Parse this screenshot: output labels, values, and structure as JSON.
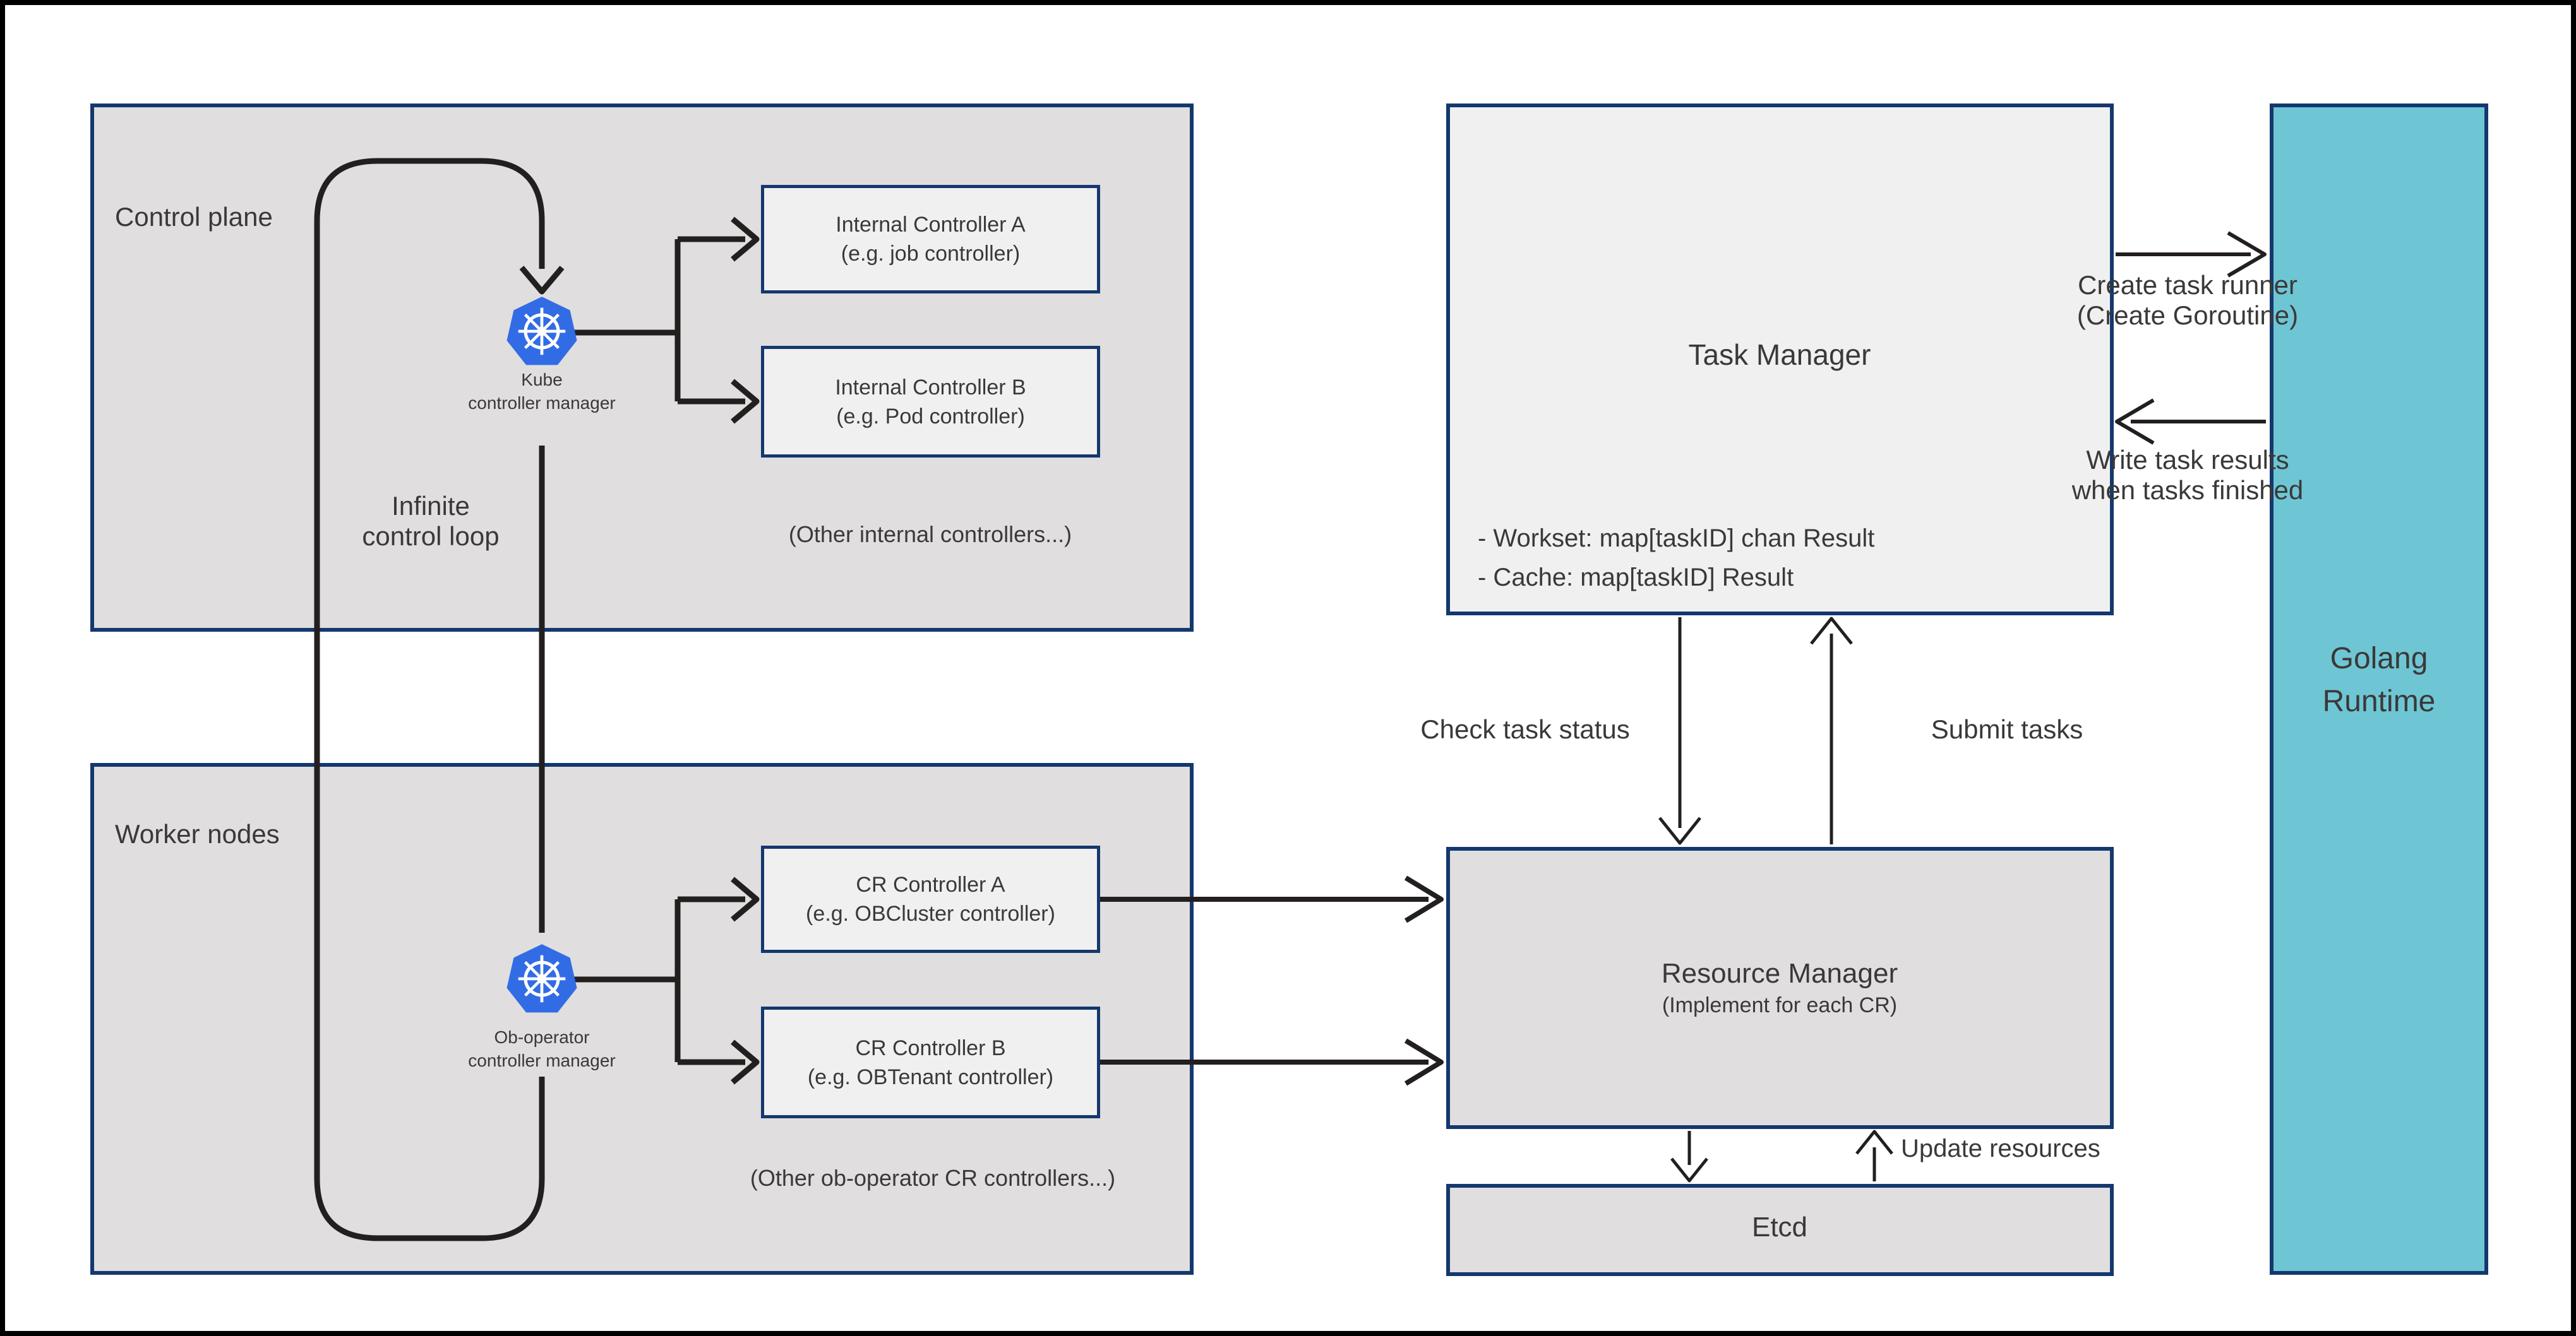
{
  "colors": {
    "page_bg": "#ffffff",
    "section_fill": "#e0dede",
    "node_fill": "#f1f0f0",
    "teal_fill": "#6ec6d4",
    "border_navy": "#14386e",
    "kubernetes_blue": "#326ce5",
    "line_dark": "#231f1f",
    "text": "#3b3838",
    "outer_frame": "#000000"
  },
  "control_plane": {
    "label": "Control plane",
    "loop_label": [
      "Infinite",
      "control loop"
    ],
    "manager": {
      "line1": "Kube",
      "line2": "controller manager"
    },
    "controllers": [
      {
        "title": "Internal Controller A",
        "subtitle": "(e.g. job controller)"
      },
      {
        "title": "Internal Controller B",
        "subtitle": "(e.g. Pod controller)"
      }
    ],
    "others_note": "(Other internal controllers...)"
  },
  "worker_nodes": {
    "label": "Worker nodes",
    "manager": {
      "line1": "Ob-operator",
      "line2": "controller manager"
    },
    "controllers": [
      {
        "title": "CR Controller A",
        "subtitle": "(e.g. OBCluster controller)"
      },
      {
        "title": "CR Controller B",
        "subtitle": "(e.g. OBTenant controller)"
      }
    ],
    "others_note": "(Other ob-operator CR controllers...)"
  },
  "task_manager": {
    "title": "Task Manager",
    "bullets": [
      "- Workset: map[taskID] chan Result",
      "- Cache: map[taskID] Result"
    ]
  },
  "resource_manager": {
    "title": "Resource Manager",
    "subtitle": "(Implement for each CR)"
  },
  "etcd": {
    "title": "Etcd"
  },
  "golang_runtime": {
    "lines": [
      "Golang",
      "Runtime"
    ]
  },
  "edges": {
    "create_line1": "Create task runner",
    "create_line2": "(Create Goroutine)",
    "write_line1": "Write task results",
    "write_line2": "when tasks finished",
    "check": "Check task status",
    "submit": "Submit tasks",
    "update": "Update resources"
  }
}
